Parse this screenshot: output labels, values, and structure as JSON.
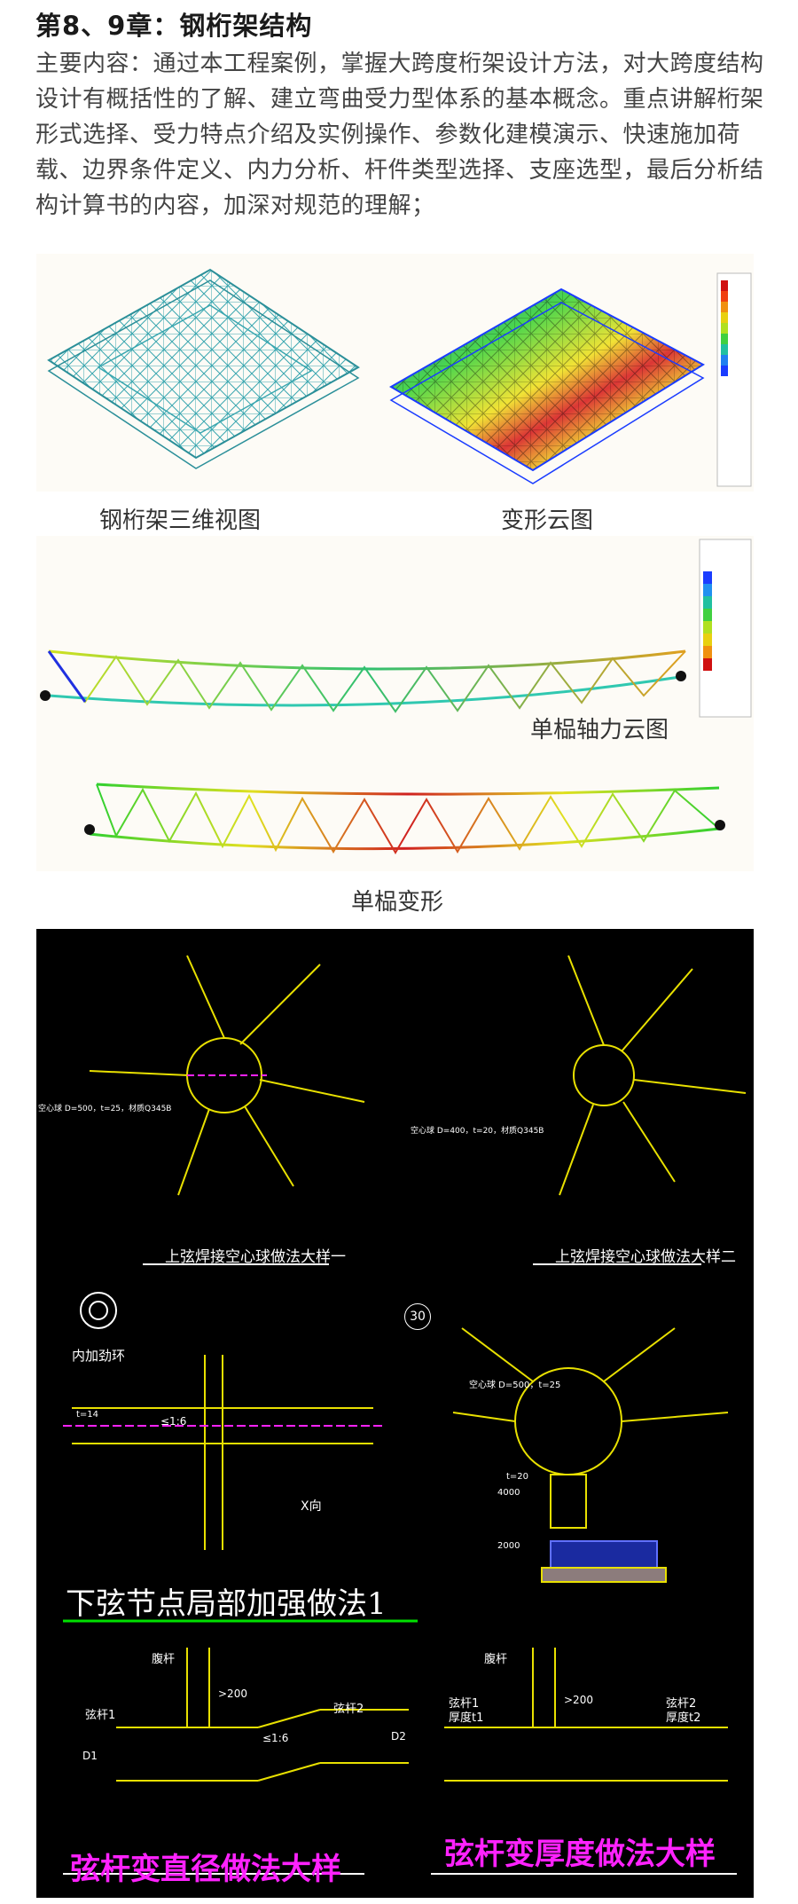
{
  "chapter": {
    "title": "第8、9章：钢桁架结构",
    "body": "主要内容：通过本工程案例，掌握大跨度桁架设计方法，对大跨度结构设计有概括性的了解、建立弯曲受力型体系的基本概念。重点讲解桁架形式选择、受力特点介绍及实例操作、参数化建模演示、快速施加荷载、边界条件定义、内力分析、杆件类型选择、支座选型，最后分析结构计算书的内容，加深对规范的理解；"
  },
  "captions": {
    "view3d": "钢桁架三维视图",
    "deform_cloud": "变形云图",
    "axial": "单榀轴力云图",
    "single_deform": "单榀变形"
  },
  "cad": {
    "detail1": "上弦焊接空心球做法大样一",
    "detail2": "上弦焊接空心球做法大样二",
    "note1": "空心球 D=500，t=25，材质Q345B",
    "note2": "空心球 D=400，t=20，材质Q345B",
    "inner_ring": "内加劲环",
    "t14": "t=14",
    "ratio1": "≤1:6",
    "x_dir": "X向",
    "num30": "30",
    "lower_chord": "下弦节点局部加强做法1",
    "ball": "空心球 D=500，t=25",
    "t20": "t=20",
    "dim4000": "4000",
    "dim2000": "2000",
    "web_bar": "腹杆",
    "chord1": "弦杆1",
    "chord2": "弦杆2",
    "gt200": ">200",
    "ratio2": "≤1:6",
    "d1": "D1",
    "d2": "D2",
    "thick1": "厚度t1",
    "thick2": "厚度t2",
    "diam_detail": "弦杆变直径做法大样",
    "thick_detail": "弦杆变厚度做法大样"
  },
  "colors": {
    "cad_bg": "#000000",
    "cad_yellow": "#e8e000",
    "cad_magenta": "#ff22ff",
    "cad_green": "#00e000",
    "cloud_red": "#d01010",
    "cloud_blue": "#1a3cff"
  }
}
